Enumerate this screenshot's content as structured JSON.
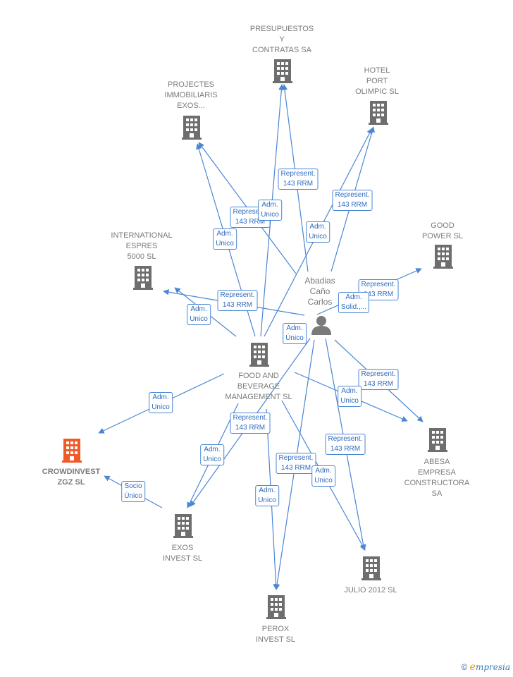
{
  "colors": {
    "edge": "#4a86d4",
    "building": "#6e6e6e",
    "highlight": "#f05a28",
    "text": "#7a7a7a"
  },
  "person": {
    "name": "Abadias\nCaño\nCarlos",
    "icon": "person-icon"
  },
  "companies": [
    {
      "id": "presupuestos",
      "name": "PRESUPUESTOS\nY\nCONTRATAS SA"
    },
    {
      "id": "hotel",
      "name": "HOTEL\nPORT\nOLIMPIC SL"
    },
    {
      "id": "projectes",
      "name": "PROJECTES\nIMMOBILIARIS\nEXOS..."
    },
    {
      "id": "good",
      "name": "GOOD\nPOWER SL"
    },
    {
      "id": "international",
      "name": "INTERNATIONAL\nESPRES\n5000 SL"
    },
    {
      "id": "food",
      "name": "FOOD AND\nBEVERAGE\nMANAGEMENT SL"
    },
    {
      "id": "crowdinvest",
      "name": "CROWDINVEST\nZGZ  SL",
      "highlight": true
    },
    {
      "id": "abesa",
      "name": "ABESA\nEMPRESA\nCONSTRUCTORA SA"
    },
    {
      "id": "exos",
      "name": "EXOS\nINVEST SL"
    },
    {
      "id": "julio",
      "name": "JULIO 2012 SL"
    },
    {
      "id": "perox",
      "name": "PEROX\nINVEST SL"
    }
  ],
  "edge_labels": [
    {
      "id": "l1",
      "text": "Represent.\n143 RRM"
    },
    {
      "id": "l2",
      "text": "Represent.\n143 RRM"
    },
    {
      "id": "l3",
      "text": "Adm.\nUnico"
    },
    {
      "id": "l4",
      "text": "Represent.\n143 RRM"
    },
    {
      "id": "l5",
      "text": "Adm.\nUnico"
    },
    {
      "id": "l6",
      "text": "Adm.\nUnico"
    },
    {
      "id": "l7",
      "text": "Represent.\n143 RRM"
    },
    {
      "id": "l8",
      "text": "Adm.\nUnico"
    },
    {
      "id": "l9",
      "text": "Represent.\n143 RRM"
    },
    {
      "id": "l10",
      "text": "Adm.\nSolid.,..."
    },
    {
      "id": "l11",
      "text": "Adm.\nÚnico"
    },
    {
      "id": "l12",
      "text": "Adm.\nUnico"
    },
    {
      "id": "l13",
      "text": "Represent.\n143 RRM"
    },
    {
      "id": "l14",
      "text": "Adm.\nUnico"
    },
    {
      "id": "l15",
      "text": "Represent.\n143 RRM"
    },
    {
      "id": "l16",
      "text": "Adm.\nUnico"
    },
    {
      "id": "l17",
      "text": "Represent.\n143 RRM"
    },
    {
      "id": "l18",
      "text": "Represent.\n143 RRM"
    },
    {
      "id": "l19",
      "text": "Adm.\nUnico"
    },
    {
      "id": "l20",
      "text": "Socio\nÚnico"
    },
    {
      "id": "l21",
      "text": "Adm.\nUnico"
    }
  ],
  "footer": {
    "copyright": "©",
    "brand_e": "e",
    "brand_rest": "mpresia"
  }
}
